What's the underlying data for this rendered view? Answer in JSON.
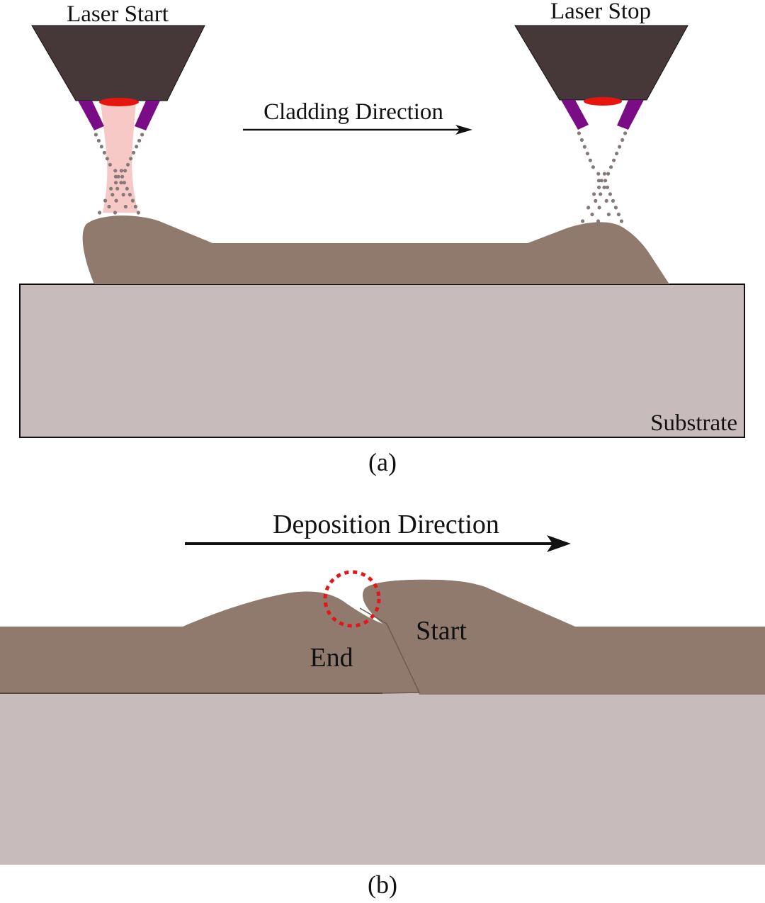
{
  "panel_a": {
    "laser_start_label": "Laser Start",
    "laser_stop_label": "Laser Stop",
    "direction_label": "Cladding Direction",
    "substrate_label": "Substrate",
    "caption": "(a)"
  },
  "panel_b": {
    "direction_label": "Deposition Direction",
    "end_label": "End",
    "start_label": "Start",
    "caption": "(b)"
  },
  "colors": {
    "nozzle_body": "#463838",
    "nozzle_feed": "#7a0d86",
    "laser_spot": "#e8140e",
    "laser_beam": "#f7c9c6",
    "powder": "#857a79",
    "clad_bead": "#907a6e",
    "substrate": "#c7bcbb",
    "defect_circle": "#e8141a",
    "outline": "#111111"
  }
}
